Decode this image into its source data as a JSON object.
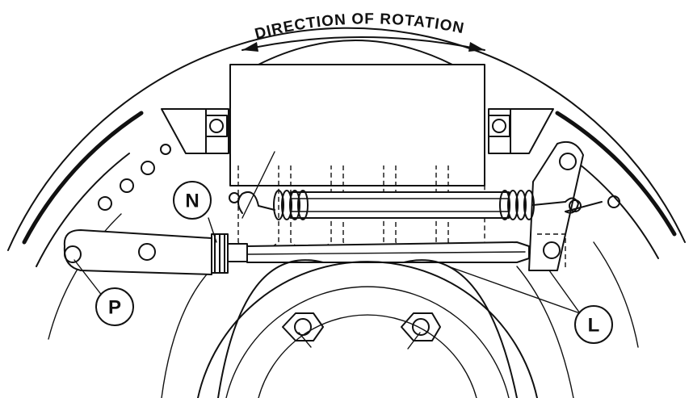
{
  "direction_label": "DIRECTION OF ROTATION",
  "callouts": {
    "n": "N",
    "p": "P",
    "l": "L"
  }
}
